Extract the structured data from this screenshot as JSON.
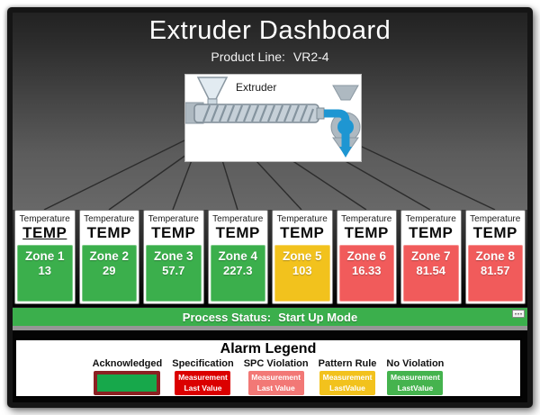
{
  "window": {
    "title": "Extruder Dashboard",
    "product_line_label": "Product Line:",
    "product_line_value": "VR2-4"
  },
  "diagram": {
    "label": "Extruder"
  },
  "zones": {
    "header_small": "Temperature",
    "header_big": "TEMP",
    "cards": [
      {
        "name": "Zone 1",
        "value": "13",
        "status": "normal",
        "underline": true
      },
      {
        "name": "Zone 2",
        "value": "29",
        "status": "normal",
        "underline": false
      },
      {
        "name": "Zone 3",
        "value": "57.7",
        "status": "normal",
        "underline": false
      },
      {
        "name": "Zone 4",
        "value": "227.3",
        "status": "normal",
        "underline": false
      },
      {
        "name": "Zone 5",
        "value": "103",
        "status": "warning",
        "underline": false
      },
      {
        "name": "Zone 6",
        "value": "16.33",
        "status": "alarm",
        "underline": false
      },
      {
        "name": "Zone 7",
        "value": "81.54",
        "status": "alarm",
        "underline": false
      },
      {
        "name": "Zone 8",
        "value": "81.57",
        "status": "alarm",
        "underline": false
      }
    ]
  },
  "status_bar": {
    "label": "Process Status:",
    "value": "Start Up Mode",
    "grip_icon": "⋯"
  },
  "legend": {
    "title": "Alarm Legend",
    "items": [
      {
        "label": "Acknowledged",
        "type": "acknowledged",
        "line1": "",
        "line2": ""
      },
      {
        "label": "Specification",
        "type": "specification",
        "line1": "Measurement",
        "line2": "Last Value"
      },
      {
        "label": "SPC Violation",
        "type": "spc",
        "line1": "Measurement",
        "line2": "Last Value"
      },
      {
        "label": "Pattern Rule",
        "type": "pattern",
        "line1": "Measurement",
        "line2": "LastValue"
      },
      {
        "label": "No Violation",
        "type": "none",
        "line1": "Measurement",
        "line2": "LastValue"
      }
    ]
  },
  "colors": {
    "zone_green": "#3BAF4C",
    "zone_yellow": "#F2C21D",
    "zone_red": "#F15B5B",
    "status_bar_green": "#3BAF4C",
    "legend_spec_red": "#DB0000",
    "legend_spc_salmon": "#F27876",
    "legend_pattern_yellow": "#F2C21D",
    "legend_no_violation_green": "#45B34E",
    "acknowledged_fill": "#17A84B",
    "acknowledged_border": "#8C2022",
    "pipe_blue": "#1E96D2"
  }
}
